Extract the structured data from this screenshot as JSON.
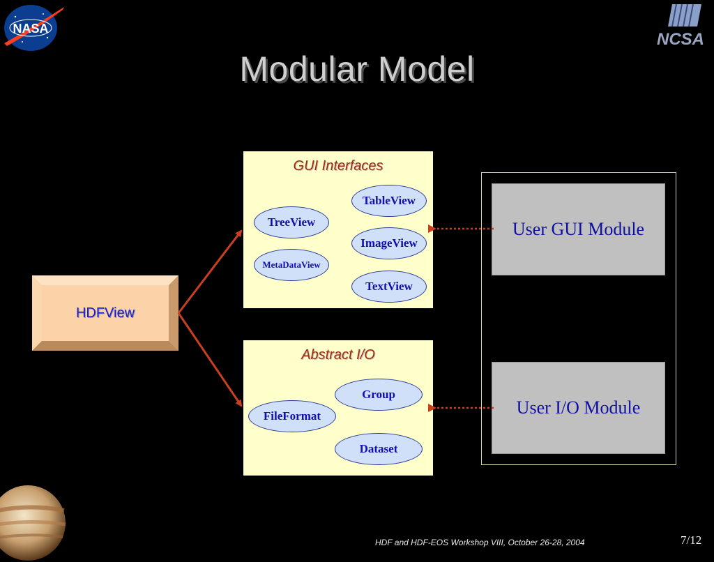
{
  "title": "Modular Model",
  "hdfview": {
    "label": "HDFView"
  },
  "gui_panel": {
    "title": "GUI Interfaces",
    "items": [
      "TableView",
      "TreeView",
      "ImageView",
      "MetaDataView",
      "TextView"
    ]
  },
  "io_panel": {
    "title": "Abstract I/O",
    "items": [
      "Group",
      "FileFormat",
      "Dataset"
    ]
  },
  "user_modules": {
    "gui": "User GUI Module",
    "io": "User I/O Module"
  },
  "logos": {
    "left": "NASA",
    "right": "NCSA"
  },
  "footer": "HDF and HDF-EOS Workshop VIII, October 26-28, 2004",
  "page_number": "7/12",
  "colors": {
    "background": "#000000",
    "panel": "#ffffcc",
    "oval_fill": "#cfe0f8",
    "arrow": "#c8401e",
    "panel_title": "#a52a0a",
    "label_text": "#1010b0"
  }
}
